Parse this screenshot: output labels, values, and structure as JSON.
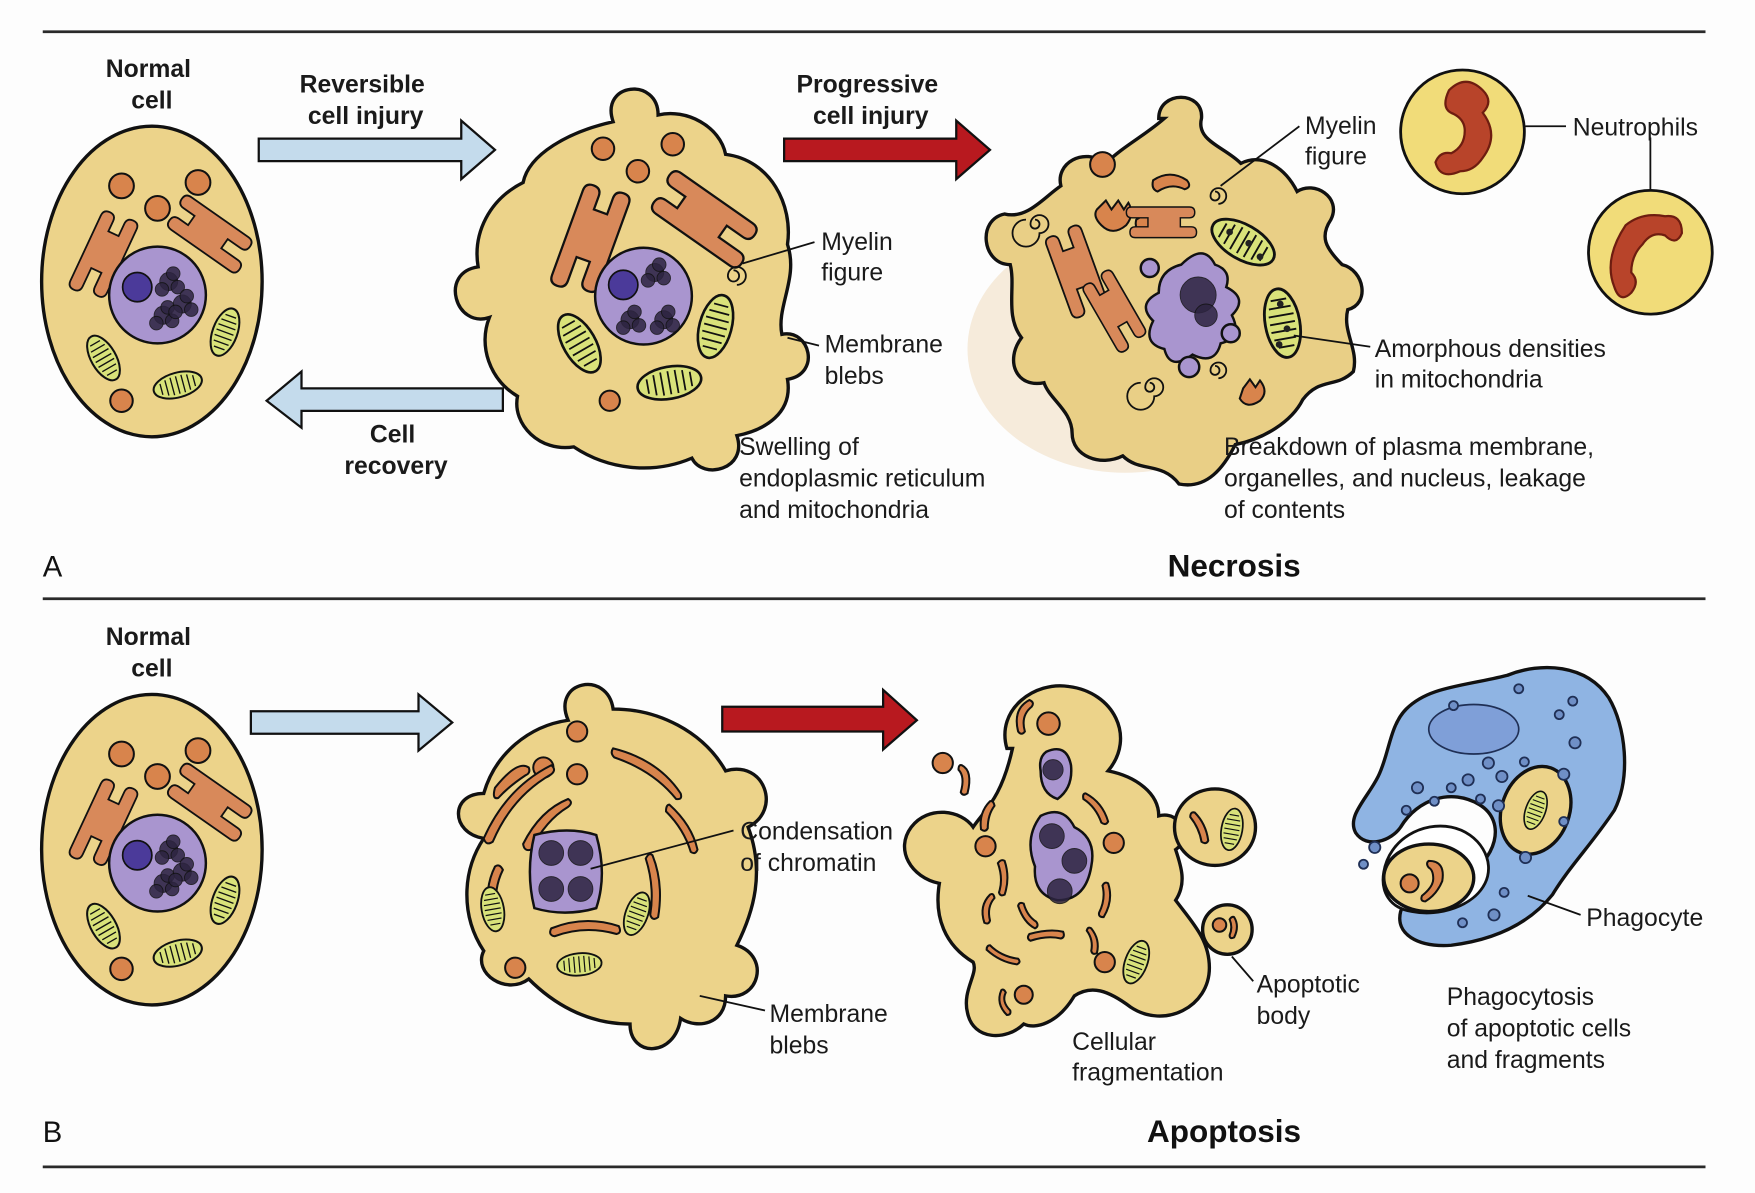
{
  "figure": {
    "panel_a": {
      "letter": "A",
      "title": "Necrosis",
      "normal_cell": [
        "Normal",
        "cell"
      ],
      "reversible_injury": [
        "Reversible",
        "cell injury"
      ],
      "cell_recovery": [
        "Cell",
        "recovery"
      ],
      "progressive_injury": [
        "Progressive",
        "cell injury"
      ],
      "myelin_figure_1": [
        "Myelin",
        "figure"
      ],
      "membrane_blebs": [
        "Membrane",
        "blebs"
      ],
      "swelling": [
        "Swelling of",
        "endoplasmic reticulum",
        "and mitochondria"
      ],
      "myelin_figure_2": [
        "Myelin",
        "figure"
      ],
      "neutrophils": "Neutrophils",
      "amorphous_densities": [
        "Amorphous densities",
        "in mitochondria"
      ],
      "breakdown": [
        "Breakdown of plasma membrane,",
        "organelles, and nucleus, leakage",
        "of contents"
      ]
    },
    "panel_b": {
      "letter": "B",
      "title": "Apoptosis",
      "normal_cell": [
        "Normal",
        "cell"
      ],
      "condensation": [
        "Condensation",
        "of chromatin"
      ],
      "membrane_blebs": [
        "Membrane",
        "blebs"
      ],
      "cellular_fragmentation": [
        "Cellular",
        "fragmentation"
      ],
      "apoptotic_body": [
        "Apoptotic",
        "body"
      ],
      "phagocyte": "Phagocyte",
      "phagocytosis": [
        "Phagocytosis",
        "of apoptotic cells",
        "and fragments"
      ]
    },
    "colors": {
      "cytoplasm": "#ecd38a",
      "nucleus": "#a995cf",
      "organelle": "#d8844c",
      "mitochondria": "#d9e27a",
      "reversible_arrow": "#c4dbec",
      "progressive_arrow": "#b8191f",
      "phagocyte": "#8fb4e3",
      "neutrophil_nucleus": "#b8442a"
    }
  }
}
